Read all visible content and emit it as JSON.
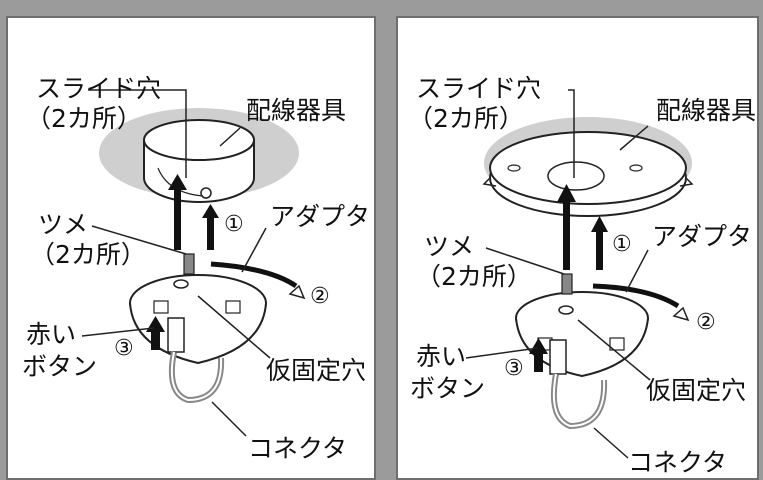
{
  "left": {
    "slide_hole": "スライド穴",
    "slide_hole_count": "（2カ所）",
    "wiring_fixture": "配線器具",
    "claw": "ツメ",
    "claw_count": "（2カ所）",
    "adapter": "アダプタ",
    "red": "赤い",
    "button": "ボタン",
    "temp_hole": "仮固定穴",
    "connector": "コネクタ",
    "step1": "①",
    "step2": "②",
    "step3": "③"
  },
  "right": {
    "slide_hole": "スライド穴",
    "slide_hole_count": "（2カ所）",
    "wiring_fixture": "配線器具",
    "claw": "ツメ",
    "claw_count": "（2カ所）",
    "adapter": "アダプタ",
    "red": "赤い",
    "button": "ボタン",
    "temp_hole": "仮固定穴",
    "connector": "コネクタ",
    "step1": "①",
    "step2": "②",
    "step3": "③"
  }
}
